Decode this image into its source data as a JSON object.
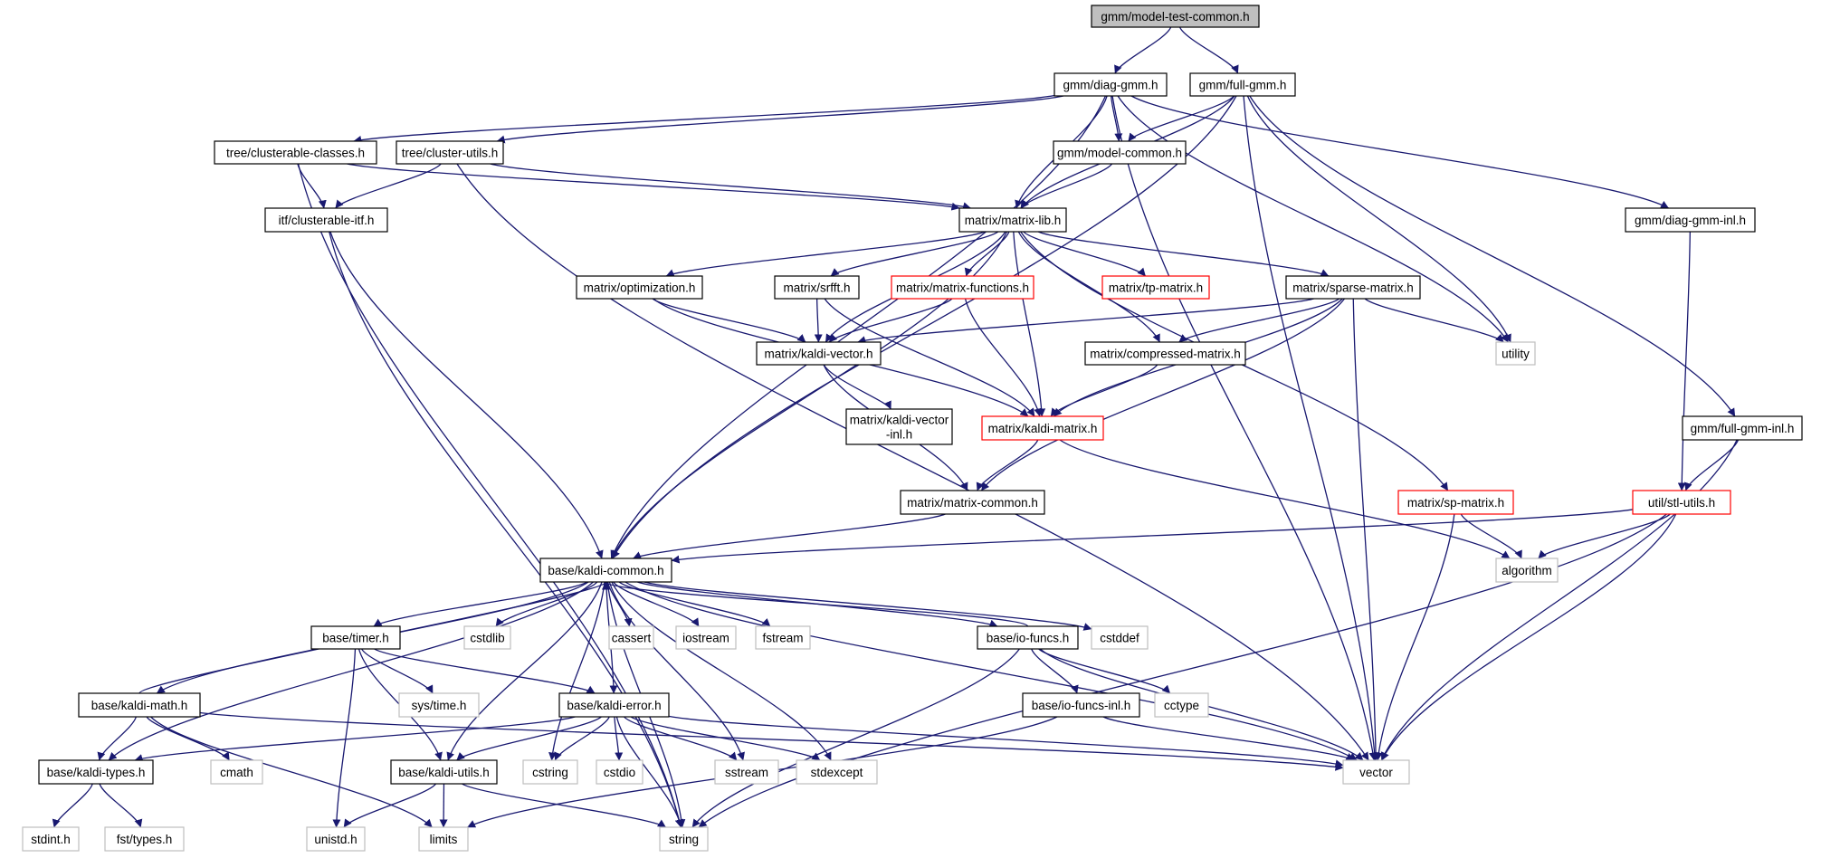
{
  "nodes": [
    {
      "id": "model_test_common",
      "label": "gmm/model-test-common.h",
      "style": "root"
    },
    {
      "id": "diag_gmm",
      "label": "gmm/diag-gmm.h",
      "style": "normal"
    },
    {
      "id": "full_gmm",
      "label": "gmm/full-gmm.h",
      "style": "normal"
    },
    {
      "id": "clusterable_classes",
      "label": "tree/clusterable-classes.h",
      "style": "normal"
    },
    {
      "id": "cluster_utils",
      "label": "tree/cluster-utils.h",
      "style": "normal"
    },
    {
      "id": "model_common",
      "label": "gmm/model-common.h",
      "style": "normal"
    },
    {
      "id": "clusterable_itf",
      "label": "itf/clusterable-itf.h",
      "style": "normal"
    },
    {
      "id": "matrix_lib",
      "label": "matrix/matrix-lib.h",
      "style": "normal"
    },
    {
      "id": "diag_gmm_inl",
      "label": "gmm/diag-gmm-inl.h",
      "style": "normal"
    },
    {
      "id": "optimization",
      "label": "matrix/optimization.h",
      "style": "normal"
    },
    {
      "id": "srfft",
      "label": "matrix/srfft.h",
      "style": "normal"
    },
    {
      "id": "matrix_functions",
      "label": "matrix/matrix-functions.h",
      "style": "red"
    },
    {
      "id": "tp_matrix",
      "label": "matrix/tp-matrix.h",
      "style": "red"
    },
    {
      "id": "sparse_matrix",
      "label": "matrix/sparse-matrix.h",
      "style": "normal"
    },
    {
      "id": "utility",
      "label": "utility",
      "style": "system"
    },
    {
      "id": "kaldi_vector",
      "label": "matrix/kaldi-vector.h",
      "style": "normal"
    },
    {
      "id": "compressed_matrix",
      "label": "matrix/compressed-matrix.h",
      "style": "normal"
    },
    {
      "id": "kaldi_vector_inl",
      "label": "matrix/kaldi-vector\n-inl.h",
      "style": "normal"
    },
    {
      "id": "kaldi_matrix",
      "label": "matrix/kaldi-matrix.h",
      "style": "red"
    },
    {
      "id": "full_gmm_inl",
      "label": "gmm/full-gmm-inl.h",
      "style": "normal"
    },
    {
      "id": "matrix_common",
      "label": "matrix/matrix-common.h",
      "style": "normal"
    },
    {
      "id": "sp_matrix",
      "label": "matrix/sp-matrix.h",
      "style": "red"
    },
    {
      "id": "stl_utils",
      "label": "util/stl-utils.h",
      "style": "red"
    },
    {
      "id": "kaldi_common",
      "label": "base/kaldi-common.h",
      "style": "normal"
    },
    {
      "id": "algorithm",
      "label": "algorithm",
      "style": "system"
    },
    {
      "id": "timer",
      "label": "base/timer.h",
      "style": "normal"
    },
    {
      "id": "cstdlib",
      "label": "cstdlib",
      "style": "system"
    },
    {
      "id": "cassert",
      "label": "cassert",
      "style": "system"
    },
    {
      "id": "iostream",
      "label": "iostream",
      "style": "system"
    },
    {
      "id": "fstream",
      "label": "fstream",
      "style": "system"
    },
    {
      "id": "io_funcs",
      "label": "base/io-funcs.h",
      "style": "normal"
    },
    {
      "id": "cstddef",
      "label": "cstddef",
      "style": "system"
    },
    {
      "id": "kaldi_math",
      "label": "base/kaldi-math.h",
      "style": "normal"
    },
    {
      "id": "sys_time",
      "label": "sys/time.h",
      "style": "system"
    },
    {
      "id": "kaldi_error",
      "label": "base/kaldi-error.h",
      "style": "normal"
    },
    {
      "id": "io_funcs_inl",
      "label": "base/io-funcs-inl.h",
      "style": "normal"
    },
    {
      "id": "cctype",
      "label": "cctype",
      "style": "system"
    },
    {
      "id": "kaldi_types",
      "label": "base/kaldi-types.h",
      "style": "normal"
    },
    {
      "id": "cmath",
      "label": "cmath",
      "style": "system"
    },
    {
      "id": "kaldi_utils",
      "label": "base/kaldi-utils.h",
      "style": "normal"
    },
    {
      "id": "cstring",
      "label": "cstring",
      "style": "system"
    },
    {
      "id": "cstdio",
      "label": "cstdio",
      "style": "system"
    },
    {
      "id": "sstream",
      "label": "sstream",
      "style": "system"
    },
    {
      "id": "stdexcept",
      "label": "stdexcept",
      "style": "system"
    },
    {
      "id": "vector",
      "label": "vector",
      "style": "system"
    },
    {
      "id": "stdint",
      "label": "stdint.h",
      "style": "system"
    },
    {
      "id": "fst_types",
      "label": "fst/types.h",
      "style": "system"
    },
    {
      "id": "unistd",
      "label": "unistd.h",
      "style": "system"
    },
    {
      "id": "limits",
      "label": "limits",
      "style": "system"
    },
    {
      "id": "string",
      "label": "string",
      "style": "system"
    }
  ],
  "edges": [
    [
      "model_test_common",
      "diag_gmm"
    ],
    [
      "model_test_common",
      "full_gmm"
    ],
    [
      "diag_gmm",
      "clusterable_classes"
    ],
    [
      "diag_gmm",
      "cluster_utils"
    ],
    [
      "diag_gmm",
      "model_common"
    ],
    [
      "diag_gmm",
      "matrix_lib"
    ],
    [
      "diag_gmm",
      "diag_gmm_inl"
    ],
    [
      "diag_gmm",
      "utility"
    ],
    [
      "diag_gmm",
      "vector"
    ],
    [
      "diag_gmm",
      "kaldi_common"
    ],
    [
      "full_gmm",
      "model_common"
    ],
    [
      "full_gmm",
      "matrix_lib"
    ],
    [
      "full_gmm",
      "full_gmm_inl"
    ],
    [
      "full_gmm",
      "utility"
    ],
    [
      "full_gmm",
      "vector"
    ],
    [
      "full_gmm",
      "kaldi_common"
    ],
    [
      "clusterable_classes",
      "clusterable_itf"
    ],
    [
      "clusterable_classes",
      "matrix_lib"
    ],
    [
      "clusterable_classes",
      "string"
    ],
    [
      "cluster_utils",
      "clusterable_itf"
    ],
    [
      "cluster_utils",
      "matrix_lib"
    ],
    [
      "cluster_utils",
      "vector"
    ],
    [
      "model_common",
      "matrix_lib"
    ],
    [
      "clusterable_itf",
      "kaldi_common"
    ],
    [
      "clusterable_itf",
      "string"
    ],
    [
      "matrix_lib",
      "optimization"
    ],
    [
      "matrix_lib",
      "srfft"
    ],
    [
      "matrix_lib",
      "matrix_functions"
    ],
    [
      "matrix_lib",
      "tp_matrix"
    ],
    [
      "matrix_lib",
      "sparse_matrix"
    ],
    [
      "matrix_lib",
      "kaldi_vector"
    ],
    [
      "matrix_lib",
      "kaldi_matrix"
    ],
    [
      "matrix_lib",
      "compressed_matrix"
    ],
    [
      "matrix_lib",
      "sp_matrix"
    ],
    [
      "matrix_lib",
      "kaldi_common"
    ],
    [
      "diag_gmm_inl",
      "stl_utils"
    ],
    [
      "optimization",
      "kaldi_vector"
    ],
    [
      "optimization",
      "kaldi_matrix"
    ],
    [
      "srfft",
      "kaldi_vector"
    ],
    [
      "srfft",
      "kaldi_matrix"
    ],
    [
      "matrix_functions",
      "kaldi_vector"
    ],
    [
      "matrix_functions",
      "kaldi_matrix"
    ],
    [
      "sparse_matrix",
      "kaldi_vector"
    ],
    [
      "sparse_matrix",
      "compressed_matrix"
    ],
    [
      "sparse_matrix",
      "kaldi_matrix"
    ],
    [
      "sparse_matrix",
      "matrix_common"
    ],
    [
      "sparse_matrix",
      "utility"
    ],
    [
      "sparse_matrix",
      "vector"
    ],
    [
      "kaldi_vector",
      "kaldi_vector_inl"
    ],
    [
      "kaldi_vector",
      "matrix_common"
    ],
    [
      "compressed_matrix",
      "kaldi_matrix"
    ],
    [
      "kaldi_matrix",
      "matrix_common"
    ],
    [
      "kaldi_matrix",
      "algorithm"
    ],
    [
      "full_gmm_inl",
      "stl_utils"
    ],
    [
      "full_gmm_inl",
      "vector"
    ],
    [
      "matrix_common",
      "kaldi_common"
    ],
    [
      "sp_matrix",
      "algorithm"
    ],
    [
      "sp_matrix",
      "vector"
    ],
    [
      "stl_utils",
      "kaldi_common"
    ],
    [
      "stl_utils",
      "algorithm"
    ],
    [
      "stl_utils",
      "vector"
    ],
    [
      "stl_utils",
      "string"
    ],
    [
      "kaldi_common",
      "timer"
    ],
    [
      "kaldi_common",
      "cstdlib"
    ],
    [
      "kaldi_common",
      "cassert"
    ],
    [
      "kaldi_common",
      "iostream"
    ],
    [
      "kaldi_common",
      "fstream"
    ],
    [
      "kaldi_common",
      "io_funcs"
    ],
    [
      "kaldi_common",
      "cstddef"
    ],
    [
      "kaldi_common",
      "kaldi_math"
    ],
    [
      "kaldi_common",
      "kaldi_error"
    ],
    [
      "kaldi_common",
      "kaldi_types"
    ],
    [
      "kaldi_common",
      "kaldi_utils"
    ],
    [
      "kaldi_common",
      "cstring"
    ],
    [
      "kaldi_common",
      "sstream"
    ],
    [
      "kaldi_common",
      "stdexcept"
    ],
    [
      "kaldi_common",
      "vector"
    ],
    [
      "kaldi_common",
      "string"
    ],
    [
      "timer",
      "sys_time"
    ],
    [
      "timer",
      "kaldi_error"
    ],
    [
      "timer",
      "kaldi_utils"
    ],
    [
      "timer",
      "unistd"
    ],
    [
      "io_funcs",
      "kaldi_common"
    ],
    [
      "io_funcs",
      "io_funcs_inl"
    ],
    [
      "io_funcs",
      "cctype"
    ],
    [
      "io_funcs",
      "vector"
    ],
    [
      "io_funcs",
      "string"
    ],
    [
      "kaldi_math",
      "kaldi_common"
    ],
    [
      "kaldi_math",
      "kaldi_types"
    ],
    [
      "kaldi_math",
      "cmath"
    ],
    [
      "kaldi_math",
      "limits"
    ],
    [
      "kaldi_math",
      "vector"
    ],
    [
      "kaldi_error",
      "kaldi_types"
    ],
    [
      "kaldi_error",
      "kaldi_utils"
    ],
    [
      "kaldi_error",
      "cstring"
    ],
    [
      "kaldi_error",
      "cstdio"
    ],
    [
      "kaldi_error",
      "sstream"
    ],
    [
      "kaldi_error",
      "stdexcept"
    ],
    [
      "kaldi_error",
      "vector"
    ],
    [
      "kaldi_error",
      "string"
    ],
    [
      "io_funcs_inl",
      "limits"
    ],
    [
      "io_funcs_inl",
      "vector"
    ],
    [
      "kaldi_types",
      "stdint"
    ],
    [
      "kaldi_types",
      "fst_types"
    ],
    [
      "kaldi_utils",
      "unistd"
    ],
    [
      "kaldi_utils",
      "limits"
    ],
    [
      "kaldi_utils",
      "string"
    ]
  ],
  "colors": {
    "edge": "#191970",
    "root_fill": "#bfbfbf",
    "normal_border": "#000000",
    "red_border": "#ff0000",
    "system_border": "#bfbfbf",
    "label": "#000000"
  }
}
